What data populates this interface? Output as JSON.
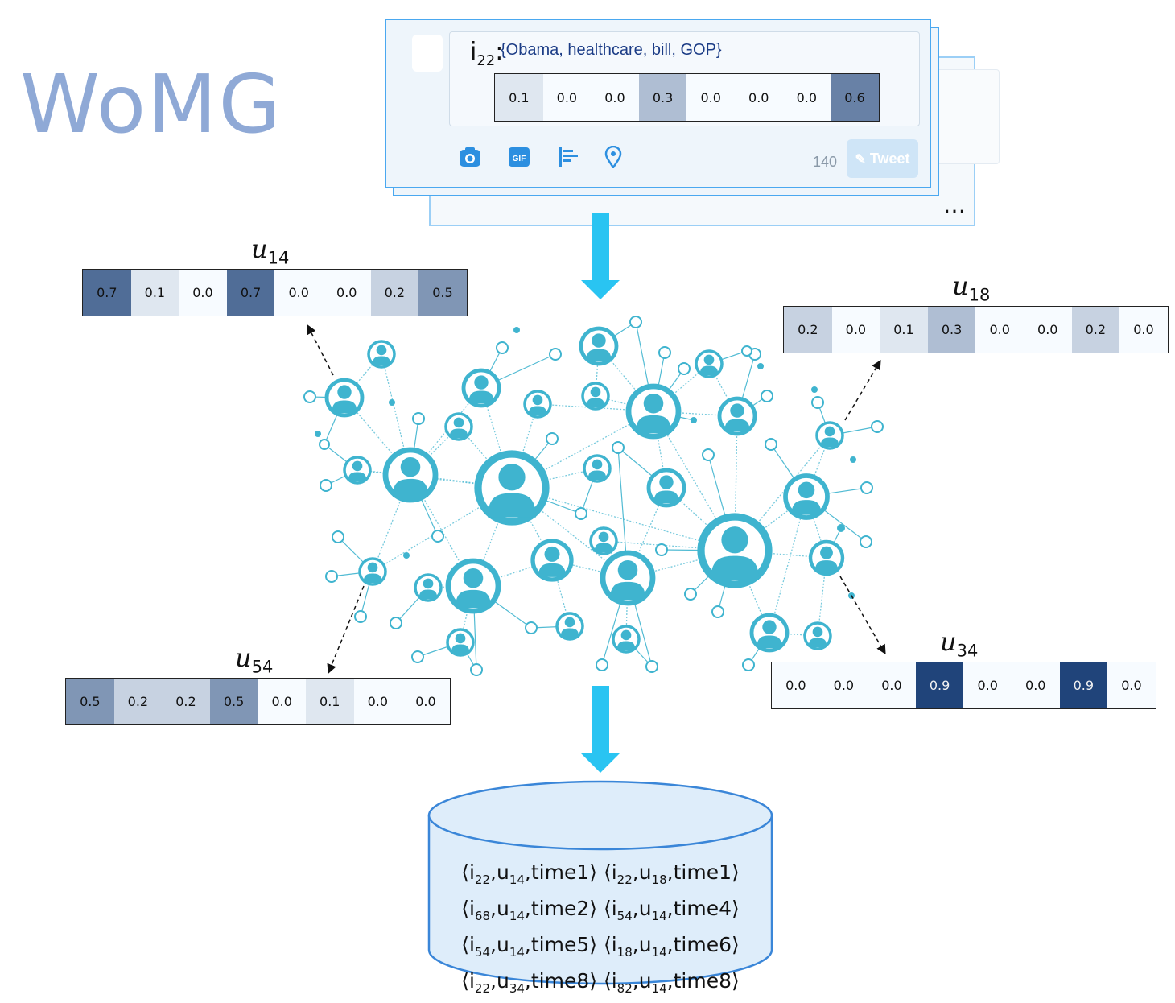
{
  "logo": "WoMG",
  "tweet": {
    "item_label": "i",
    "item_index": "22",
    "topics": "{Obama, healthcare, bill, GOP}",
    "vector": [
      0.1,
      0.0,
      0.0,
      0.3,
      0.0,
      0.0,
      0.0,
      0.6
    ],
    "vector_text": [
      "0.1",
      "0.0",
      "0.0",
      "0.3",
      "0.0",
      "0.0",
      "0.0",
      "0.6"
    ],
    "char_count": "140",
    "button_label": "Tweet",
    "toolbar_icons": [
      "camera-icon",
      "gif-icon",
      "poll-icon",
      "location-pin-icon"
    ],
    "more": "…"
  },
  "users": [
    {
      "label": "u",
      "index": "14",
      "vector": [
        0.7,
        0.1,
        0.0,
        0.7,
        0.0,
        0.0,
        0.2,
        0.5
      ],
      "vector_text": [
        "0.7",
        "0.1",
        "0.0",
        "0.7",
        "0.0",
        "0.0",
        "0.2",
        "0.5"
      ]
    },
    {
      "label": "u",
      "index": "18",
      "vector": [
        0.2,
        0.0,
        0.1,
        0.3,
        0.0,
        0.0,
        0.2,
        0.0
      ],
      "vector_text": [
        "0.2",
        "0.0",
        "0.1",
        "0.3",
        "0.0",
        "0.0",
        "0.2",
        "0.0"
      ]
    },
    {
      "label": "u",
      "index": "54",
      "vector": [
        0.5,
        0.2,
        0.2,
        0.5,
        0.0,
        0.1,
        0.0,
        0.0
      ],
      "vector_text": [
        "0.5",
        "0.2",
        "0.2",
        "0.5",
        "0.0",
        "0.1",
        "0.0",
        "0.0"
      ]
    },
    {
      "label": "u",
      "index": "34",
      "vector": [
        0.0,
        0.0,
        0.0,
        0.9,
        0.0,
        0.0,
        0.9,
        0.0
      ],
      "vector_text": [
        "0.0",
        "0.0",
        "0.0",
        "0.9",
        "0.0",
        "0.0",
        "0.9",
        "0.0"
      ]
    }
  ],
  "database": {
    "rows": [
      [
        {
          "i": "22",
          "u": "14",
          "t": "time1"
        },
        {
          "i": "22",
          "u": "18",
          "t": "time1"
        }
      ],
      [
        {
          "i": "68",
          "u": "14",
          "t": "time2"
        },
        {
          "i": "54",
          "u": "14",
          "t": "time4"
        }
      ],
      [
        {
          "i": "54",
          "u": "14",
          "t": "time5"
        },
        {
          "i": "18",
          "u": "14",
          "t": "time6"
        }
      ],
      [
        {
          "i": "22",
          "u": "34",
          "t": "time8"
        },
        {
          "i": "82",
          "u": "14",
          "t": "time8"
        }
      ]
    ]
  },
  "colors": {
    "arrow": "#29c4f2",
    "network": "#3fb4cf",
    "card_border": "#4aa8f0",
    "cylinder_fill": "#deedfa",
    "cylinder_stroke": "#3a86d8",
    "logo": "#8fa9d6"
  }
}
